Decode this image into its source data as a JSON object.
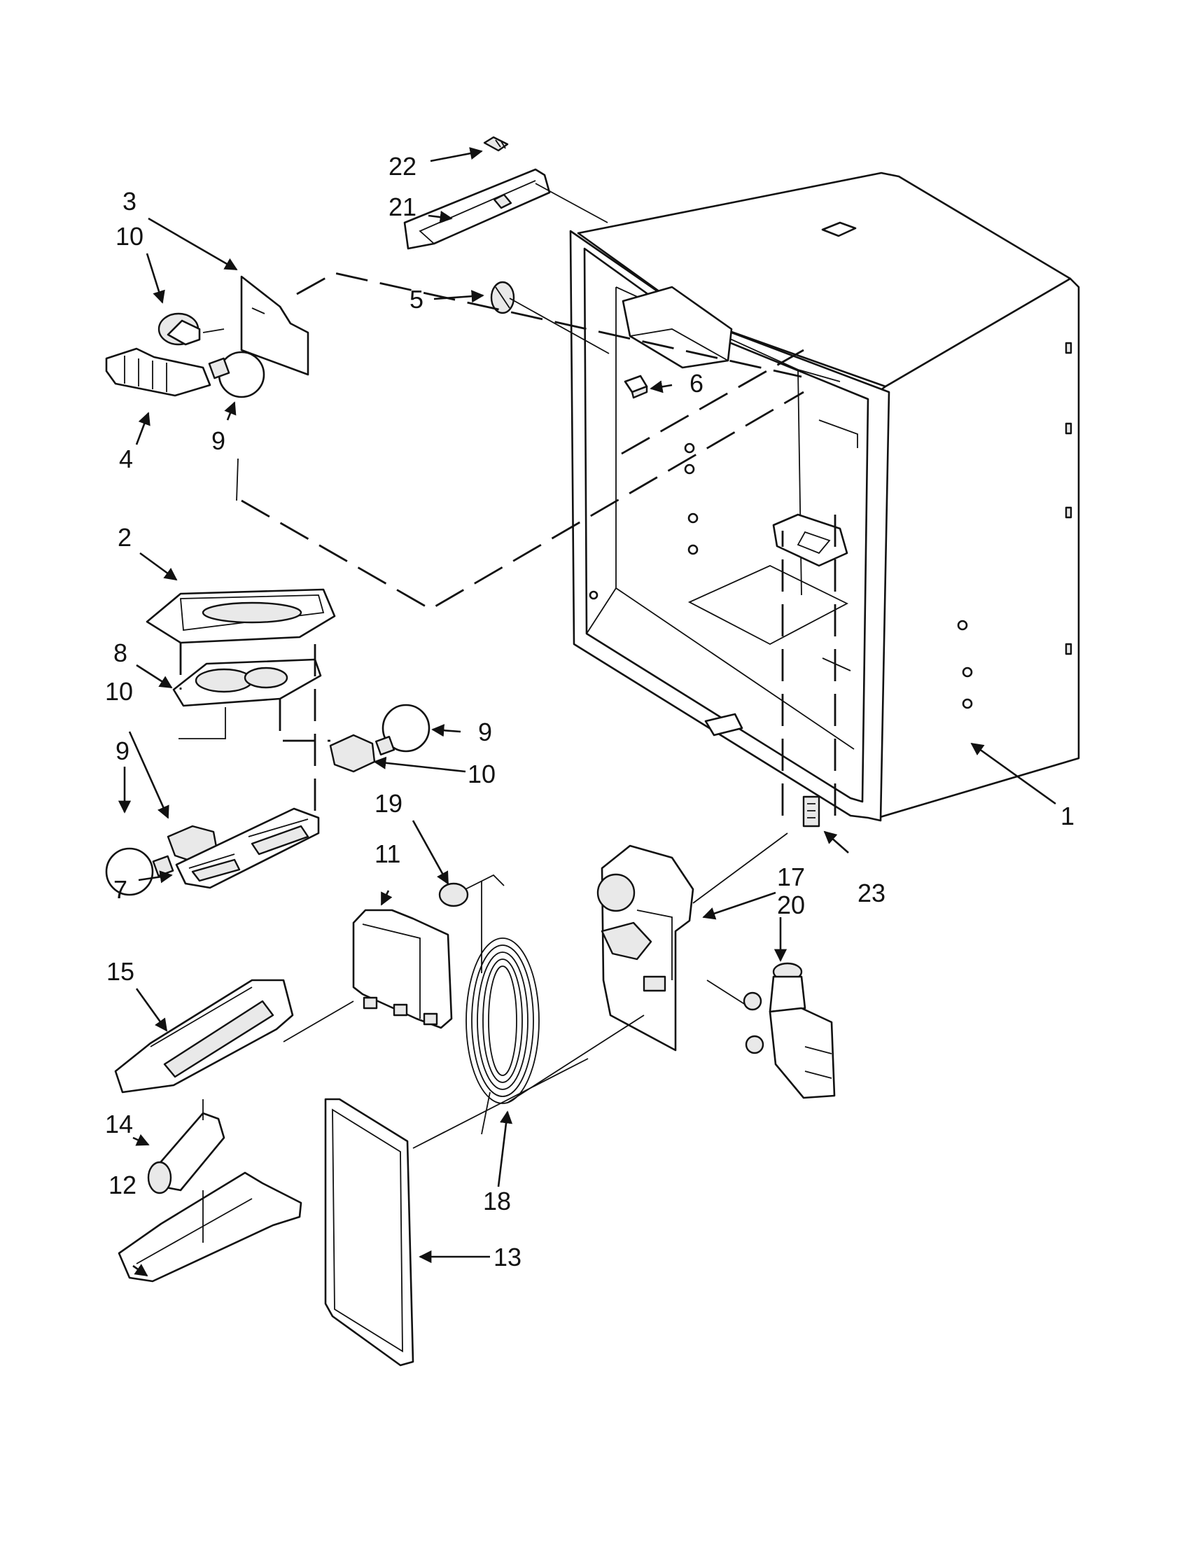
{
  "callouts": [
    {
      "id": "c1",
      "text": "1"
    },
    {
      "id": "c2",
      "text": "2"
    },
    {
      "id": "c3",
      "text": "3"
    },
    {
      "id": "c4",
      "text": "4"
    },
    {
      "id": "c5",
      "text": "5"
    },
    {
      "id": "c6",
      "text": "6"
    },
    {
      "id": "c7",
      "text": "7"
    },
    {
      "id": "c8",
      "text": "8"
    },
    {
      "id": "c9a",
      "text": "9"
    },
    {
      "id": "c9b",
      "text": "9"
    },
    {
      "id": "c9c",
      "text": "9"
    },
    {
      "id": "c10a",
      "text": "10"
    },
    {
      "id": "c10b",
      "text": "10"
    },
    {
      "id": "c10c",
      "text": "10"
    },
    {
      "id": "c11",
      "text": "11"
    },
    {
      "id": "c12",
      "text": "12"
    },
    {
      "id": "c13",
      "text": "13"
    },
    {
      "id": "c14",
      "text": "14"
    },
    {
      "id": "c15",
      "text": "15"
    },
    {
      "id": "c17",
      "text": "17"
    },
    {
      "id": "c18",
      "text": "18"
    },
    {
      "id": "c19",
      "text": "19"
    },
    {
      "id": "c20",
      "text": "20"
    },
    {
      "id": "c21",
      "text": "21"
    },
    {
      "id": "c22",
      "text": "22"
    },
    {
      "id": "c23",
      "text": "23"
    }
  ]
}
